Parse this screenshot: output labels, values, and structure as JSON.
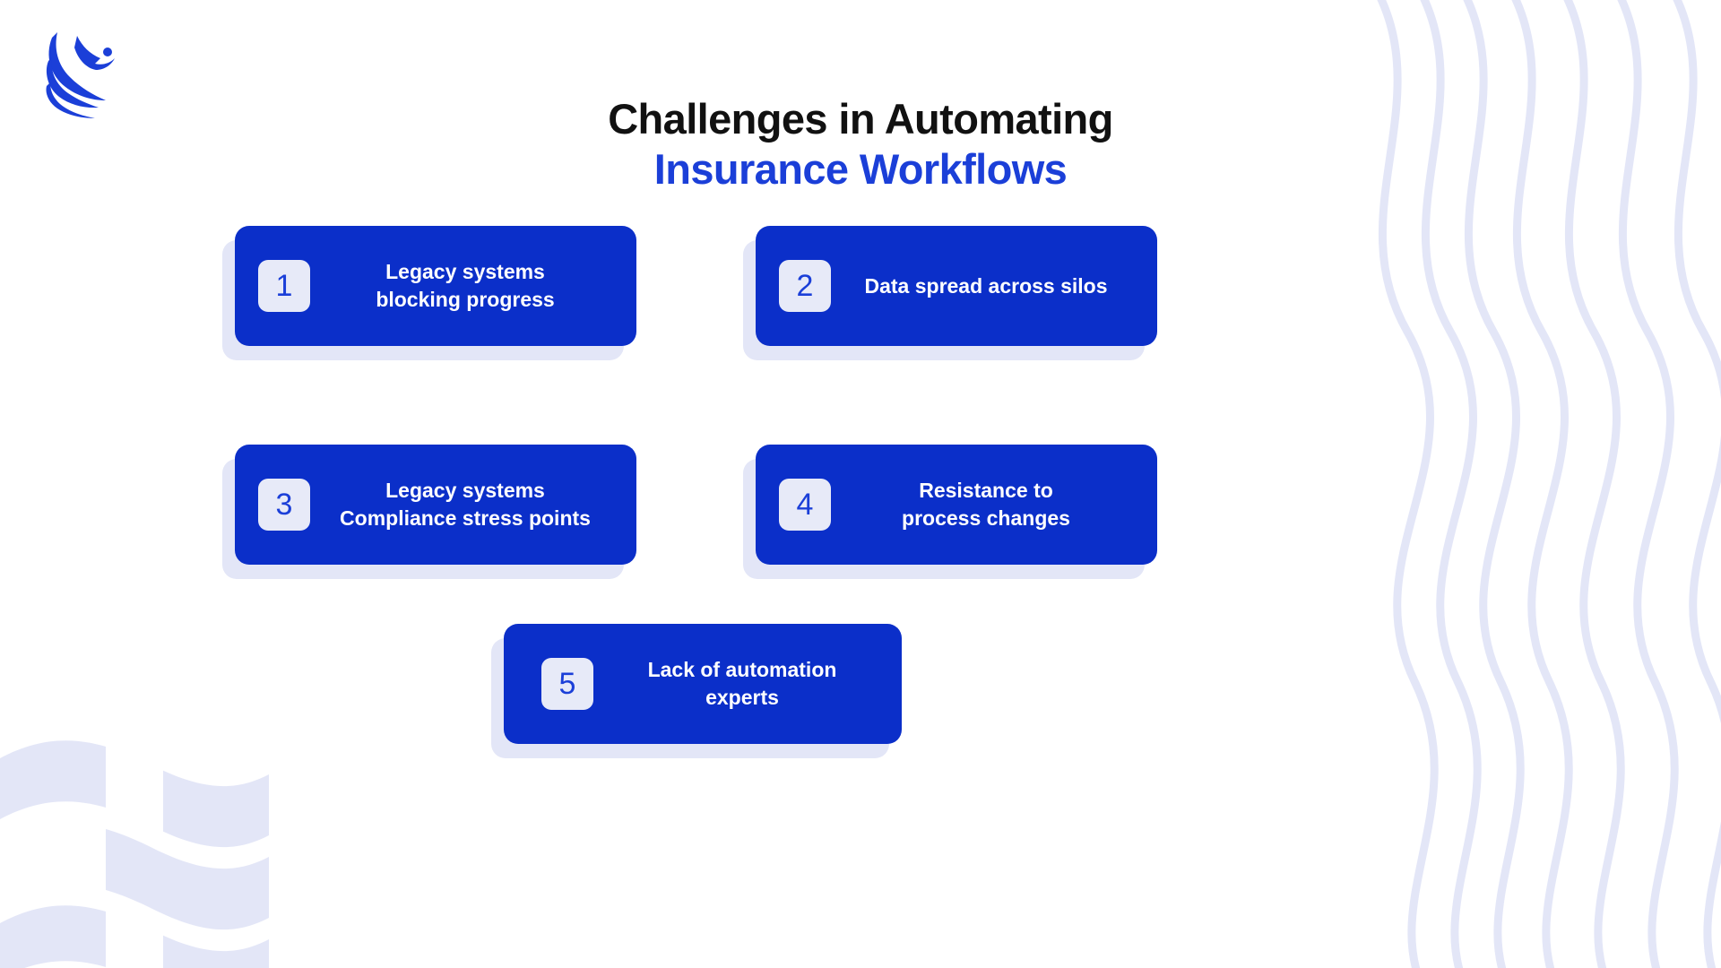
{
  "slide": {
    "background_color": "#FFFFFF",
    "accent_blue": "#1B3FD8",
    "card_blue": "#0B2FC9",
    "badge_bg": "#E7EAF8",
    "shadow_lavender": "#E3E6F7",
    "title_black": "#111111"
  },
  "logo": {
    "name": "phoenix-bird-logo",
    "color": "#1B3FD8"
  },
  "title": {
    "line1": "Challenges in Automating",
    "line2": "Insurance Workflows"
  },
  "cards": [
    {
      "number": "1",
      "text": "Legacy systems\nblocking progress"
    },
    {
      "number": "2",
      "text": "Data spread across silos"
    },
    {
      "number": "3",
      "text": "Legacy systems\nCompliance stress points"
    },
    {
      "number": "4",
      "text": "Resistance to\nprocess changes"
    },
    {
      "number": "5",
      "text": "Lack of automation experts"
    }
  ],
  "decoration": {
    "right_waves": "wavy-lines-pattern",
    "left_blocks": "wavy-checkerboard-pattern",
    "color": "#E3E6F7"
  }
}
